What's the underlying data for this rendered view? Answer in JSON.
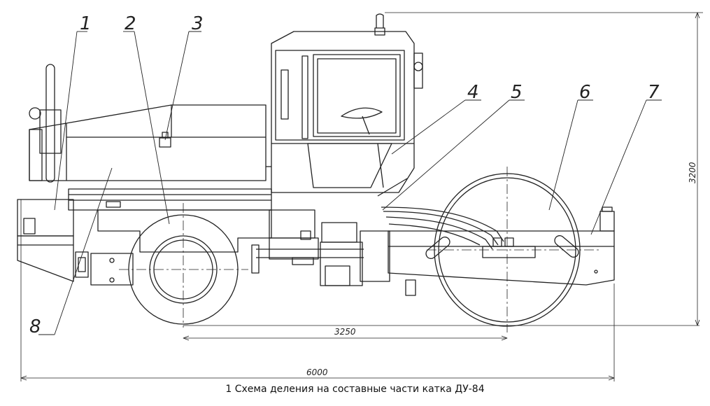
{
  "caption": "1 Схема деления на составные части катка ДУ-84",
  "dimensions": {
    "wheelbase": "3250",
    "overall_length": "6000",
    "height": "3200"
  },
  "callouts": [
    "1",
    "2",
    "3",
    "4",
    "5",
    "6",
    "7",
    "8"
  ],
  "colors": {
    "line": "#222222",
    "background": "#ffffff"
  }
}
